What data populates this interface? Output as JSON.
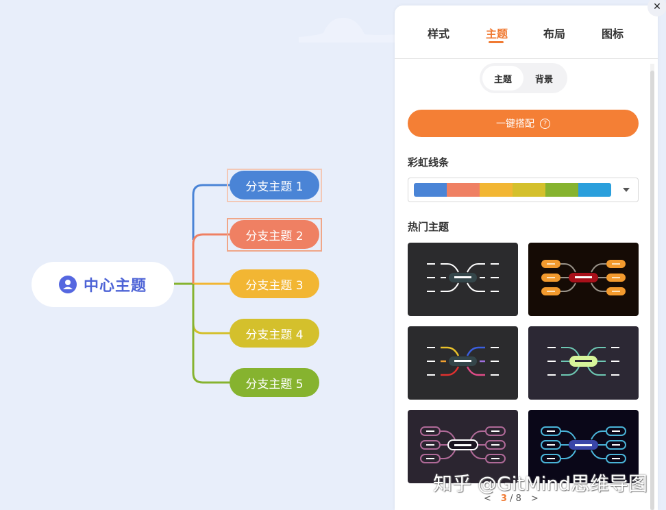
{
  "canvas": {
    "center_topic": "中心主题",
    "center_icon": "user-circle-icon",
    "branches": [
      {
        "label": "分支主题 1",
        "color": "#4a84d6",
        "selected": true
      },
      {
        "label": "分支主题 2",
        "color": "#ef8063",
        "selected": true
      },
      {
        "label": "分支主题 3",
        "color": "#f2b633"
      },
      {
        "label": "分支主题 4",
        "color": "#d4c02c"
      },
      {
        "label": "分支主题 5",
        "color": "#86b32f"
      }
    ]
  },
  "panel": {
    "close_icon": "close-icon",
    "tabs": [
      {
        "label": "样式"
      },
      {
        "label": "主题",
        "active": true
      },
      {
        "label": "布局"
      },
      {
        "label": "图标"
      }
    ],
    "segment": {
      "items": [
        "主题",
        "背景"
      ],
      "active": "主题"
    },
    "one_click_label": "一键搭配",
    "one_click_help": "?",
    "rainbow_section_title": "彩虹线条",
    "rainbow_colors": [
      "#4a84d6",
      "#ef8063",
      "#f2b633",
      "#d4c02c",
      "#86b32f",
      "#2a9fdc"
    ],
    "hot_themes_title": "热门主题",
    "theme_cards": [
      {
        "name": "dark-gray-white",
        "bg": "#2b2b2d"
      },
      {
        "name": "black-orange-red",
        "bg": "#150b05"
      },
      {
        "name": "dark-rainbow",
        "bg": "#2b2b2d"
      },
      {
        "name": "purple-gray-mint",
        "bg": "#2c2834"
      },
      {
        "name": "dark-pink-outline",
        "bg": "#2b2530"
      },
      {
        "name": "navy-cyan-outline",
        "bg": "#0a0718"
      }
    ],
    "pager": {
      "prev": "<",
      "current": "3",
      "separator": "/",
      "total": "8",
      "next": ">"
    },
    "accent_color": "#f47f35"
  },
  "watermark": "知乎 @GitMind思维导图"
}
